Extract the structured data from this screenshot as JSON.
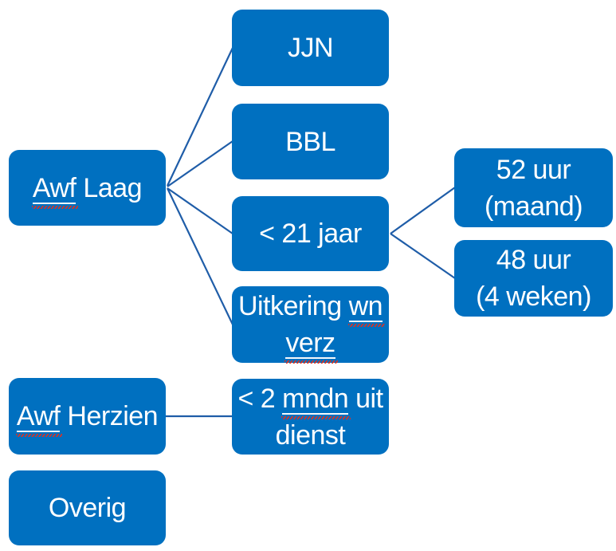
{
  "diagram": {
    "type": "hierarchy-smartart",
    "colors": {
      "node_fill": "#0070c0",
      "node_text": "#ffffff",
      "connector": "#1f5da8",
      "spell_underline": "#f5f8fc",
      "spell_squiggle": "#e0301e",
      "background": "#ffffff"
    },
    "nodes": {
      "awf_laag": {
        "label": "Awf Laag",
        "lines": [
          [
            {
              "text": "Awf",
              "misspelled": true
            },
            {
              "text": " Laag",
              "misspelled": false
            }
          ]
        ]
      },
      "jjn": {
        "label": "JJN",
        "lines": [
          [
            {
              "text": "JJN",
              "misspelled": false
            }
          ]
        ]
      },
      "bbl": {
        "label": "BBL",
        "lines": [
          [
            {
              "text": "BBL",
              "misspelled": false
            }
          ]
        ]
      },
      "lt_21_jaar": {
        "label": "< 21 jaar",
        "lines": [
          [
            {
              "text": "< 21 jaar",
              "misspelled": false
            }
          ]
        ]
      },
      "uitkering_wn_verz": {
        "label": "Uitkering wn verz",
        "lines": [
          [
            {
              "text": "Uitkering ",
              "misspelled": false
            },
            {
              "text": "wn",
              "misspelled": true
            }
          ],
          [
            {
              "text": "verz",
              "misspelled": true
            }
          ]
        ]
      },
      "awf_herzien": {
        "label": "Awf Herzien",
        "lines": [
          [
            {
              "text": "Awf",
              "misspelled": true
            },
            {
              "text": " Herzien",
              "misspelled": false
            }
          ]
        ]
      },
      "overig": {
        "label": "Overig",
        "lines": [
          [
            {
              "text": "Overig",
              "misspelled": false
            }
          ]
        ]
      },
      "uur_52_maand": {
        "label": "52 uur (maand)",
        "lines": [
          [
            {
              "text": "52 uur",
              "misspelled": false
            }
          ],
          [
            {
              "text": "(maand)",
              "misspelled": false
            }
          ]
        ]
      },
      "uur_48_4_weken": {
        "label": "48 uur (4 weken)",
        "lines": [
          [
            {
              "text": "48 uur",
              "misspelled": false
            }
          ],
          [
            {
              "text": "(4 weken)",
              "misspelled": false
            }
          ]
        ]
      },
      "lt_2_mndn_uit_dienst": {
        "label": "< 2 mndn uit dienst",
        "lines": [
          [
            {
              "text": "< 2 ",
              "misspelled": false
            },
            {
              "text": "mndn",
              "misspelled": true
            },
            {
              "text": " uit",
              "misspelled": false
            }
          ],
          [
            {
              "text": "dienst",
              "misspelled": false
            }
          ]
        ]
      }
    },
    "edges": [
      {
        "from": "awf_laag",
        "to": "jjn"
      },
      {
        "from": "awf_laag",
        "to": "bbl"
      },
      {
        "from": "awf_laag",
        "to": "lt_21_jaar"
      },
      {
        "from": "awf_laag",
        "to": "uitkering_wn_verz"
      },
      {
        "from": "lt_21_jaar",
        "to": "uur_52_maand"
      },
      {
        "from": "lt_21_jaar",
        "to": "uur_48_4_weken"
      },
      {
        "from": "awf_herzien",
        "to": "lt_2_mndn_uit_dienst"
      }
    ]
  }
}
